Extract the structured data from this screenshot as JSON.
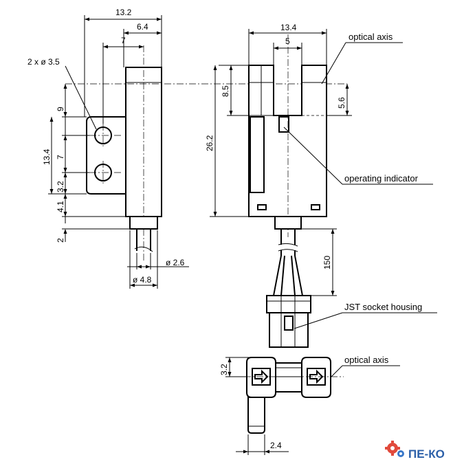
{
  "dims": {
    "left_width": "13.2",
    "left_64": "6.4",
    "left_7": "7",
    "holes": "2 x ø 3.5",
    "v_9": "9",
    "v_134": "13.4",
    "v_7": "7",
    "v_32": "3.2",
    "v_41": "4.1",
    "v_2": "2",
    "cable_26": "ø 2.6",
    "cable_48": "ø 4.8",
    "right_width": "13.4",
    "slot_5": "5",
    "v_85": "8.5",
    "v_262": "26.2",
    "v_56": "5.6",
    "cable_150": "150",
    "bottom_32": "3.2",
    "bottom_24": "2.4"
  },
  "labels": {
    "optical_axis_top": "optical axis",
    "operating_indicator": "operating indicator",
    "jst": "JST socket housing",
    "optical_axis_bottom": "optical axis"
  },
  "logo": {
    "text": "ПЕ-КО",
    "color": "#2b5fa8"
  }
}
